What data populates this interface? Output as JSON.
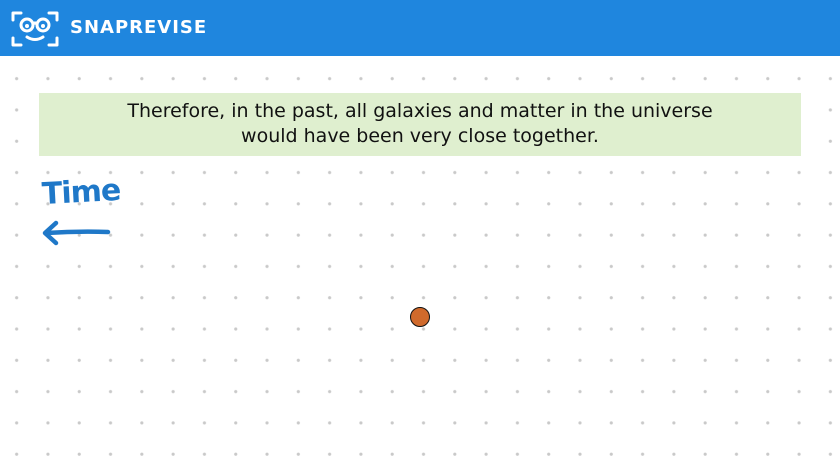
{
  "header": {
    "brand": "SNAPREVISE",
    "logo_icon": "glasses-face-logo-icon",
    "background_color": "#1f86de"
  },
  "caption": {
    "line1": "Therefore, in the past, all galaxies and matter in the universe",
    "line2": "would have been very close together.",
    "background_color": "#dfefcf"
  },
  "annotation": {
    "label": "Time",
    "arrow_icon": "left-arrow-icon",
    "color": "#1f78c8"
  },
  "point": {
    "icon": "orange-dot",
    "color": "#d06a2c"
  }
}
